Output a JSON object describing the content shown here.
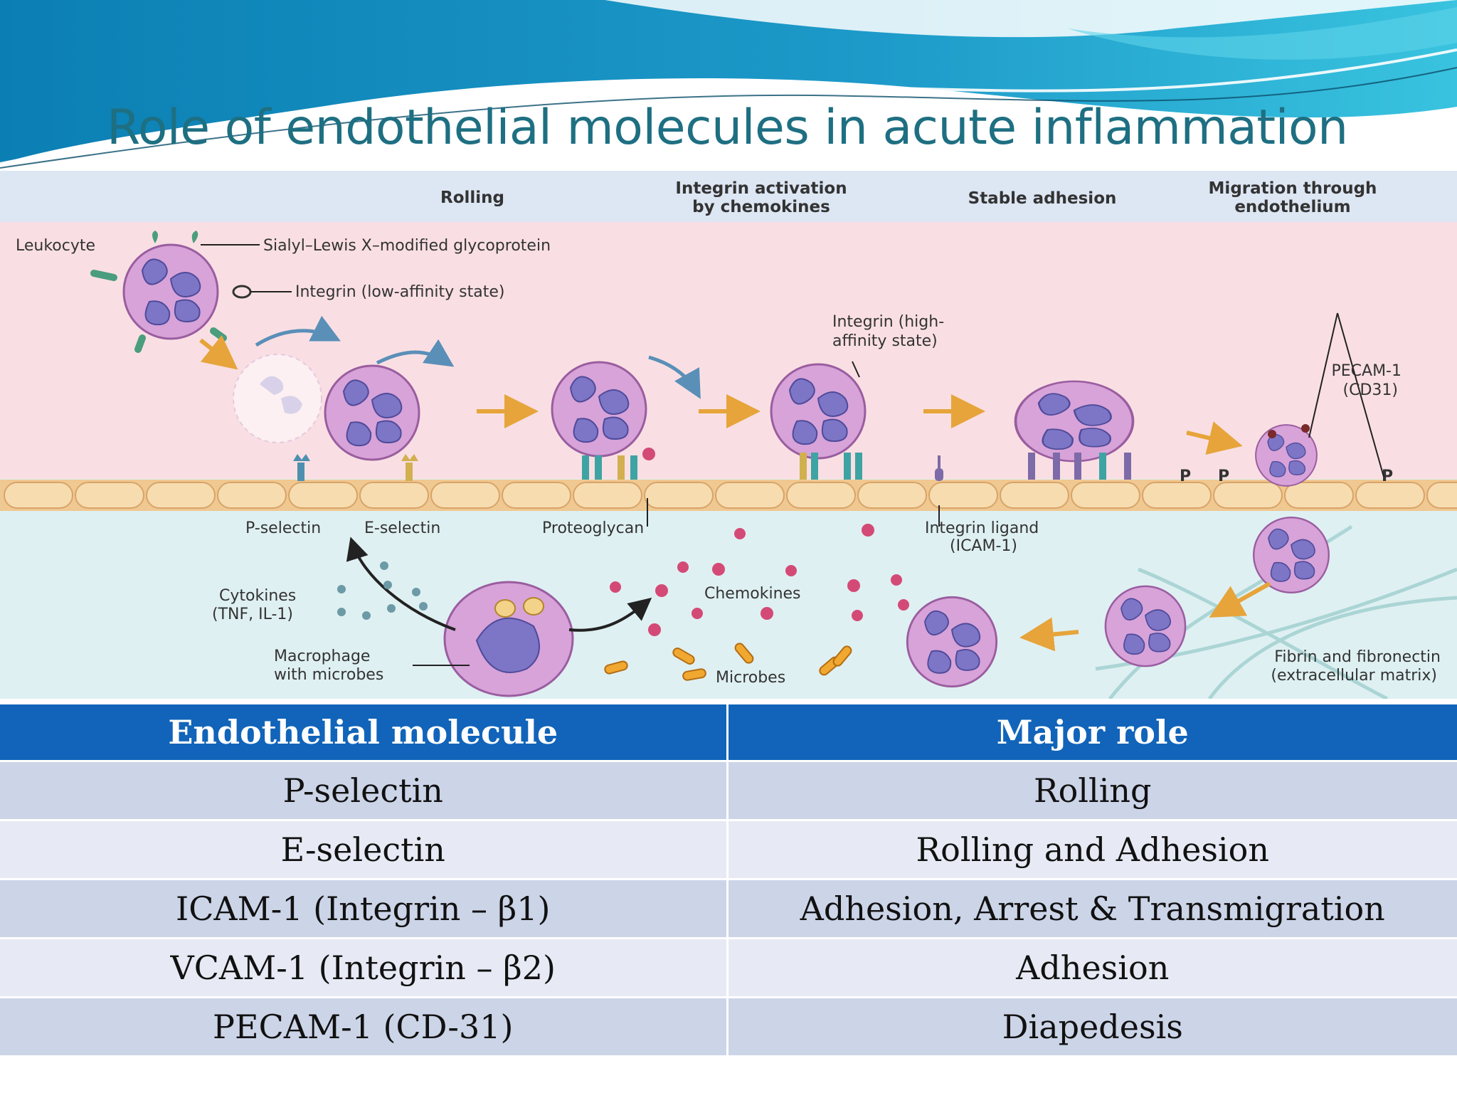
{
  "title": "Role of endothelial molecules in acute inflammation",
  "figure": {
    "stages": {
      "rolling": "Rolling",
      "integrin_activation_l1": "Integrin activation",
      "integrin_activation_l2": "by chemokines",
      "stable_adhesion": "Stable adhesion",
      "migration_l1": "Migration through",
      "migration_l2": "endothelium"
    },
    "labels": {
      "leukocyte": "Leukocyte",
      "sialyl": "Sialyl–Lewis X–modified glycoprotein",
      "integrin_low": "Integrin (low-affinity state)",
      "integrin_high_l1": "Integrin (high-",
      "integrin_high_l2": "affinity state)",
      "pecam_l1": "PECAM-1",
      "pecam_l2": "(CD31)",
      "p_selectin": "P-selectin",
      "e_selectin": "E-selectin",
      "proteoglycan": "Proteoglycan",
      "integrin_ligand_l1": "Integrin ligand",
      "integrin_ligand_l2": "(ICAM-1)",
      "cytokines_l1": "Cytokines",
      "cytokines_l2": "(TNF, IL-1)",
      "chemokines": "Chemokines",
      "macrophage_l1": "Macrophage",
      "macrophage_l2": "with microbes",
      "microbes": "Microbes",
      "fibrin_l1": "Fibrin and fibronectin",
      "fibrin_l2": "(extracellular matrix)"
    },
    "colors": {
      "top_band": "#dde6f3",
      "vessel_lumen": "#f9dfe3",
      "endothelium": "#f7dcb0",
      "tissue": "#dff0f2",
      "cell_fill": "#d7a3d8",
      "nucleus": "#7d75c6",
      "arrow": "#e6a43a"
    }
  },
  "table": {
    "headers": [
      "Endothelial molecule",
      "Major role"
    ],
    "rows": [
      [
        "P-selectin",
        "Rolling"
      ],
      [
        "E-selectin",
        "Rolling and Adhesion"
      ],
      [
        "ICAM-1 (Integrin – β1)",
        "Adhesion, Arrest & Transmigration"
      ],
      [
        "VCAM-1 (Integrin – β2)",
        "Adhesion"
      ],
      [
        "PECAM-1 (CD-31)",
        "Diapedesis"
      ]
    ]
  }
}
